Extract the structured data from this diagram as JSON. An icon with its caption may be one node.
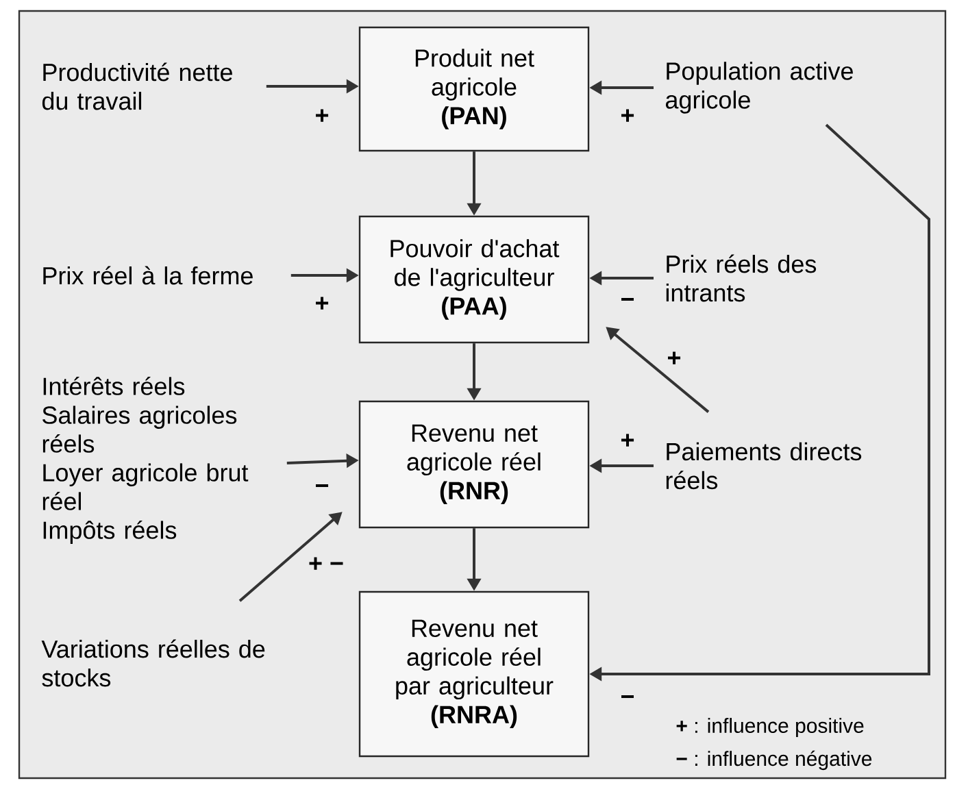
{
  "diagram": {
    "nodes": [
      {
        "text": [
          "Produit net agricole",
          "(PAN)"
        ]
      },
      {
        "text": [
          "Pouvoir d'achat de l'agriculteur",
          "(PAA)"
        ]
      },
      {
        "text": [
          "Revenu net agricole réel",
          "(RNR)"
        ]
      },
      {
        "text": [
          "Revenu net agricole réel par agriculteur",
          "(RNRA)"
        ]
      },
      {
        "text": [
          "Productivité nette du travail"
        ]
      },
      {
        "text": [
          "Population active agricole"
        ]
      },
      {
        "text": [
          "Prix réel à la ferme"
        ]
      },
      {
        "text": [
          "Prix réels des intrants"
        ]
      },
      {
        "text": [
          "Intérêts réels",
          "Salaires agricoles réels",
          "Loyer agricole brut réel",
          "Impôts réels"
        ]
      },
      {
        "text": [
          "Paiements directs réels"
        ]
      },
      {
        "text": [
          "Variations réelles de stocks"
        ]
      }
    ],
    "edges": [
      {
        "from": 4,
        "to": 0,
        "arrow": "to",
        "label": "+"
      },
      {
        "from": 5,
        "to": 0,
        "arrow": "to",
        "label": "+"
      },
      {
        "from": 0,
        "to": 1,
        "arrow": "to"
      },
      {
        "from": 6,
        "to": 1,
        "arrow": "to",
        "label": "+"
      },
      {
        "from": 7,
        "to": 1,
        "arrow": "to",
        "label": "−"
      },
      {
        "from": 9,
        "to": 1,
        "arrow": "to",
        "label": "+"
      },
      {
        "from": 1,
        "to": 2,
        "arrow": "to"
      },
      {
        "from": 8,
        "to": 2,
        "arrow": "to",
        "label": "−"
      },
      {
        "from": 9,
        "to": 2,
        "arrow": "to",
        "label": "+"
      },
      {
        "from": 10,
        "to": 2,
        "arrow": "to",
        "label": "+ −"
      },
      {
        "from": 2,
        "to": 3,
        "arrow": "to"
      },
      {
        "from": 5,
        "to": 3,
        "arrow": "to",
        "label": "−"
      }
    ],
    "labels": [
      "**+** : influence positive",
      "**−** : influence négative"
    ]
  }
}
